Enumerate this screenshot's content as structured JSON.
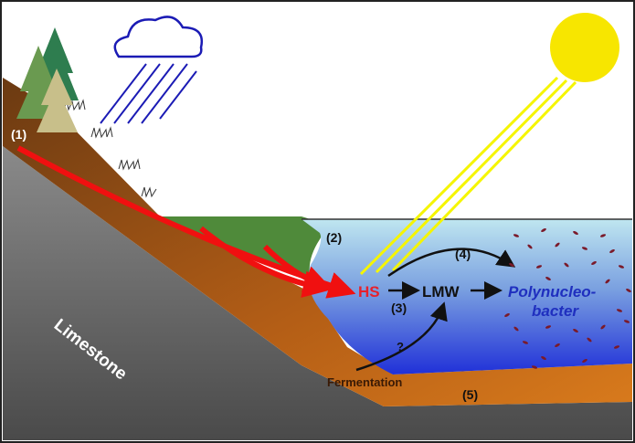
{
  "labels": {
    "step1": "(1)",
    "step2": "(2)",
    "step3": "(3)",
    "step4": "(4)",
    "step5": "(5)",
    "hs": "HS",
    "lmw": "LMW",
    "organism_line1": "Polynucleo-",
    "organism_line2": "bacter",
    "fermentation": "Fermentation",
    "unknown": "?",
    "rock": "Limestone"
  },
  "colors": {
    "hs": "#e8202a",
    "organism": "#1f2fbf",
    "sun": "#f7e600",
    "rain": "#1b1bb5",
    "flow_arrow": "#f01010",
    "bacteria": "#7a1a2a"
  }
}
